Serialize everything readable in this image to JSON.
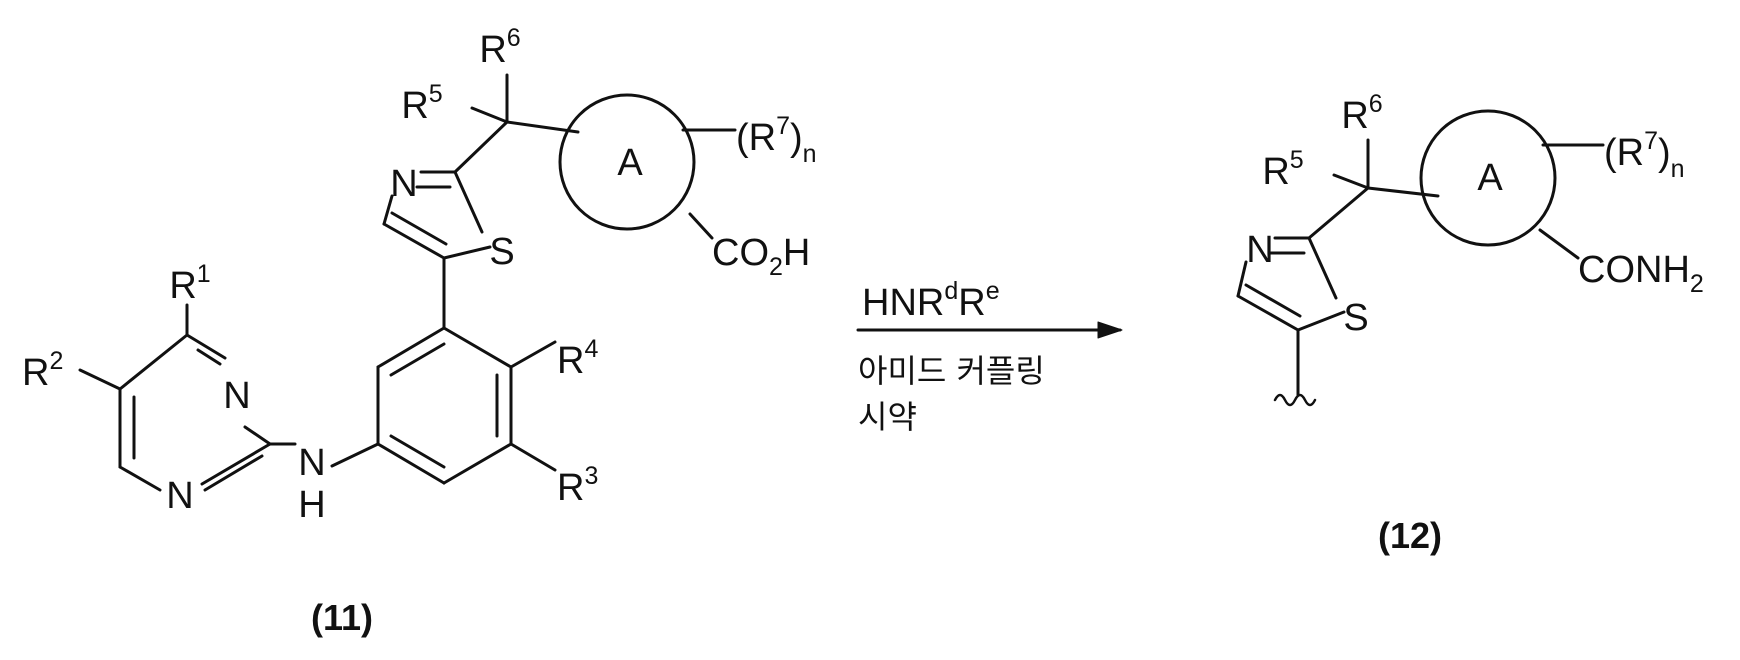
{
  "compound_11": {
    "label": "(11)",
    "r1": "R",
    "r1_sup": "1",
    "r2": "R",
    "r2_sup": "2",
    "r3": "R",
    "r3_sup": "3",
    "r4": "R",
    "r4_sup": "4",
    "r5": "R",
    "r5_sup": "5",
    "r6": "R",
    "r6_sup": "6",
    "r7": "R",
    "r7_sup": "7",
    "r7_sub": "n",
    "ring": "A",
    "n_thiazole": "N",
    "s_thiazole": "S",
    "n_pyr_top": "N",
    "n_pyr_bottom": "N",
    "nh_n": "N",
    "nh_h": "H",
    "acid_co": "CO",
    "acid_sub": "2",
    "acid_h": "H"
  },
  "arrow": {
    "reagent": "HNR",
    "reagent_sup_d": "d",
    "reagent_r": "R",
    "reagent_sup_e": "e",
    "condition_line1": "아미드 커플링",
    "condition_line2": "시약"
  },
  "compound_12": {
    "label": "(12)",
    "r5": "R",
    "r5_sup": "5",
    "r6": "R",
    "r6_sup": "6",
    "r7": "R",
    "r7_sup": "7",
    "r7_sub": "n",
    "ring": "A",
    "n_thiazole": "N",
    "s_thiazole": "S",
    "amide": "CONH",
    "amide_sub": "2"
  }
}
